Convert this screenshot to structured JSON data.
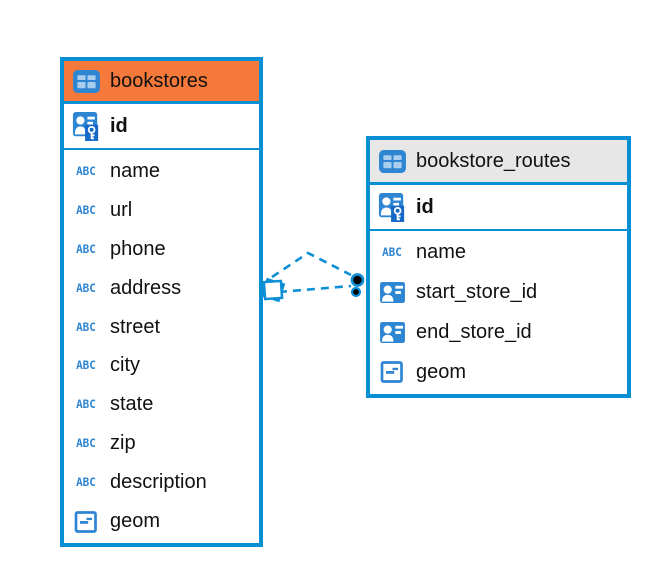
{
  "diagram": {
    "tables": [
      {
        "name": "bookstores",
        "header_icon": "table-icon",
        "header_color": "#F5793B",
        "primary_key": {
          "name": "id",
          "icon": "pk-icon"
        },
        "columns": [
          {
            "name": "name",
            "icon": "text-icon"
          },
          {
            "name": "url",
            "icon": "text-icon"
          },
          {
            "name": "phone",
            "icon": "text-icon"
          },
          {
            "name": "address",
            "icon": "text-icon"
          },
          {
            "name": "street",
            "icon": "text-icon"
          },
          {
            "name": "city",
            "icon": "text-icon"
          },
          {
            "name": "state",
            "icon": "text-icon"
          },
          {
            "name": "zip",
            "icon": "text-icon"
          },
          {
            "name": "description",
            "icon": "text-icon"
          },
          {
            "name": "geom",
            "icon": "geom-icon"
          }
        ]
      },
      {
        "name": "bookstore_routes",
        "header_icon": "table-icon",
        "header_color": "#E7E7E7",
        "primary_key": {
          "name": "id",
          "icon": "pk-icon"
        },
        "columns": [
          {
            "name": "name",
            "icon": "text-icon"
          },
          {
            "name": "start_store_id",
            "icon": "fk-icon"
          },
          {
            "name": "end_store_id",
            "icon": "fk-icon"
          },
          {
            "name": "geom",
            "icon": "geom-icon"
          }
        ]
      }
    ],
    "relationship": {
      "from_table": "bookstores",
      "to_table": "bookstore_routes",
      "line_style": "dashed",
      "line_count": 2,
      "line_color": "#0E8FD5",
      "from_marker": "diamond",
      "to_marker": "black-dots"
    },
    "colors": {
      "table_border": "#0990D2",
      "icon_blue": "#2E86D3",
      "icon_cell": "#A9CDEC",
      "pk_key_badge": "#1568C8",
      "header_orange": "#F5793B",
      "header_gray": "#E7E7E7",
      "text": "#111111"
    },
    "text_icon_label": "ABC"
  }
}
